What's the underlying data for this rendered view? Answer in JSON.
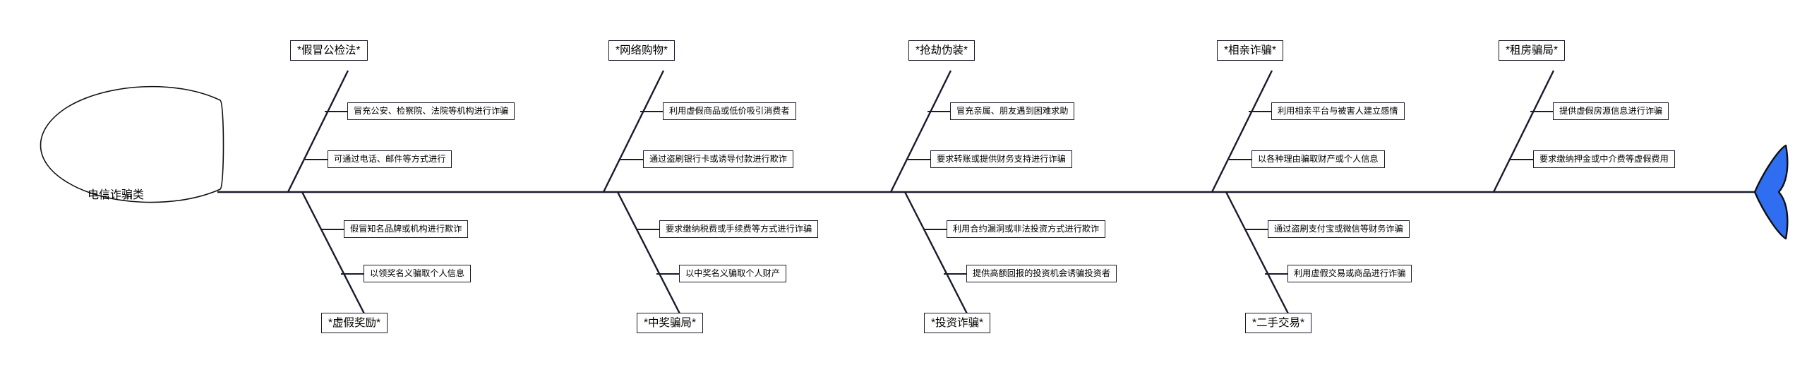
{
  "diagram": {
    "type": "fishbone",
    "head": {
      "label": "电信诈骗类"
    },
    "tail": {
      "name": "fish-tail",
      "color": "#2f6ef0"
    },
    "spine": {
      "color": "#1a1a2e"
    },
    "branches_top": [
      {
        "title": "*假冒公检法*",
        "items": [
          "冒充公安、检察院、法院等机构进行诈骗",
          "可通过电话、邮件等方式进行"
        ]
      },
      {
        "title": "*网络购物*",
        "items": [
          "利用虚假商品或低价吸引消费者",
          "通过盗刷银行卡或诱导付款进行欺诈"
        ]
      },
      {
        "title": "*抢劫伪装*",
        "items": [
          "冒充亲属、朋友遇到困难求助",
          "要求转账或提供财务支持进行诈骗"
        ]
      },
      {
        "title": "*相亲诈骗*",
        "items": [
          "利用相亲平台与被害人建立感情",
          "以各种理由骗取财产或个人信息"
        ]
      },
      {
        "title": "*租房骗局*",
        "items": [
          "提供虚假房源信息进行诈骗",
          "要求缴纳押金或中介费等虚假费用"
        ]
      }
    ],
    "branches_bottom": [
      {
        "title": "*虚假奖励*",
        "items": [
          "假冒知名品牌或机构进行欺诈",
          "以领奖名义骗取个人信息"
        ]
      },
      {
        "title": "*中奖骗局*",
        "items": [
          "要求缴纳税费或手续费等方式进行诈骗",
          "以中奖名义骗取个人财产"
        ]
      },
      {
        "title": "*投资诈骗*",
        "items": [
          "利用合约漏洞或非法投资方式进行欺诈",
          "提供高额回报的投资机会诱骗投资者"
        ]
      },
      {
        "title": "*二手交易*",
        "items": [
          "通过盗刷支付宝或微信等财务诈骗",
          "利用虚假交易或商品进行诈骗"
        ]
      }
    ]
  }
}
